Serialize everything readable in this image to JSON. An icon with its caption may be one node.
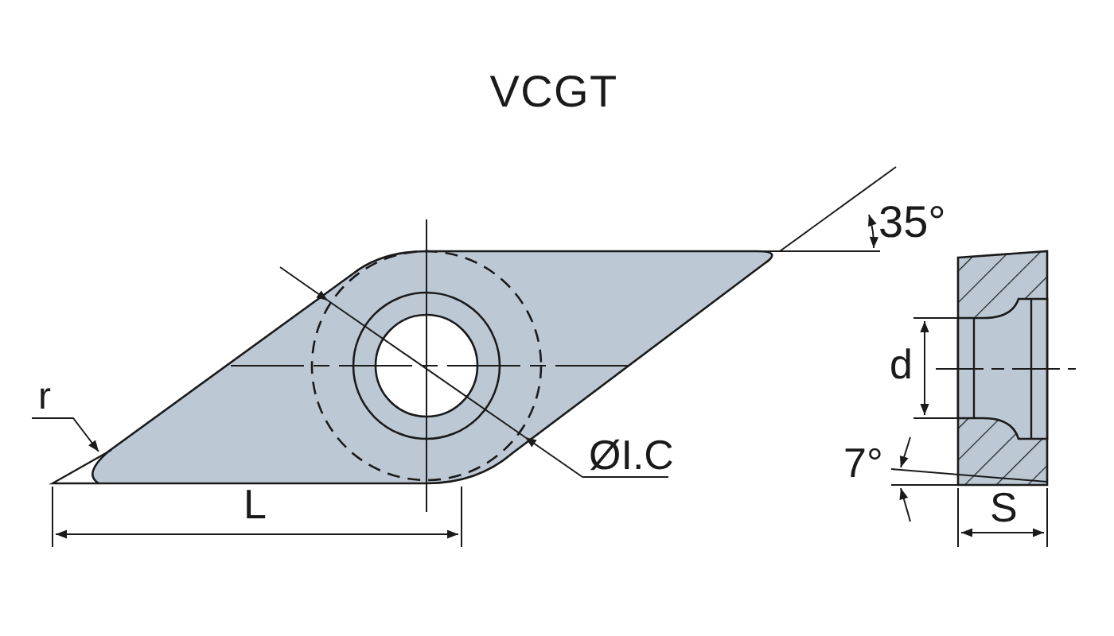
{
  "diagram": {
    "title": "VCGT",
    "labels": [
      "35°",
      "d",
      "r",
      "ØI.C",
      "7°",
      "L",
      "S"
    ]
  }
}
